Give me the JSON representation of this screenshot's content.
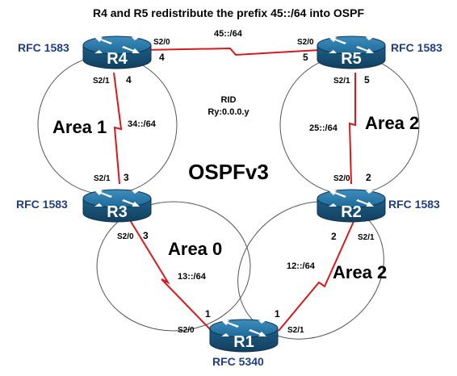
{
  "title": "R4 and R5 redistribute the prefix 45::/64 into OSPF",
  "center_label": "OSPFv3",
  "rid_label": "RID",
  "rid_value": "Ry:0.0.0.y",
  "colors": {
    "link": "#d7191c",
    "rfc_text": "#1f3f80",
    "router": "#1c5f86"
  },
  "routers": {
    "r4": {
      "name": "R4",
      "rfc": "RFC 1583"
    },
    "r5": {
      "name": "R5",
      "rfc": "RFC 1583"
    },
    "r3": {
      "name": "R3",
      "rfc": "RFC 1583"
    },
    "r2": {
      "name": "R2",
      "rfc": "RFC 1583"
    },
    "r1": {
      "name": "R1",
      "rfc": "RFC 5340"
    }
  },
  "areas": {
    "area1": "Area 1",
    "area2_upper": "Area 2",
    "area0": "Area 0",
    "area2_lower": "Area 2"
  },
  "links": {
    "r4_r5": {
      "network": "45::/64",
      "a_iface": "S2/0",
      "a_host": "4",
      "b_iface": "S2/0",
      "b_host": "5"
    },
    "r4_r3": {
      "network": "34::/64",
      "a_iface": "S2/1",
      "a_host": "4",
      "b_iface": "S2/1",
      "b_host": "3"
    },
    "r5_r2": {
      "network": "25::/64",
      "a_iface": "S2/1",
      "a_host": "5",
      "b_iface": "S2/0",
      "b_host": "2"
    },
    "r3_r1": {
      "network": "13::/64",
      "a_iface": "S2/0",
      "a_host": "3",
      "b_iface": "S2/0",
      "b_host": "1"
    },
    "r2_r1": {
      "network": "12::/64",
      "a_iface": "S2/1",
      "a_host": "2",
      "b_iface": "S2/1",
      "b_host": "1"
    }
  }
}
